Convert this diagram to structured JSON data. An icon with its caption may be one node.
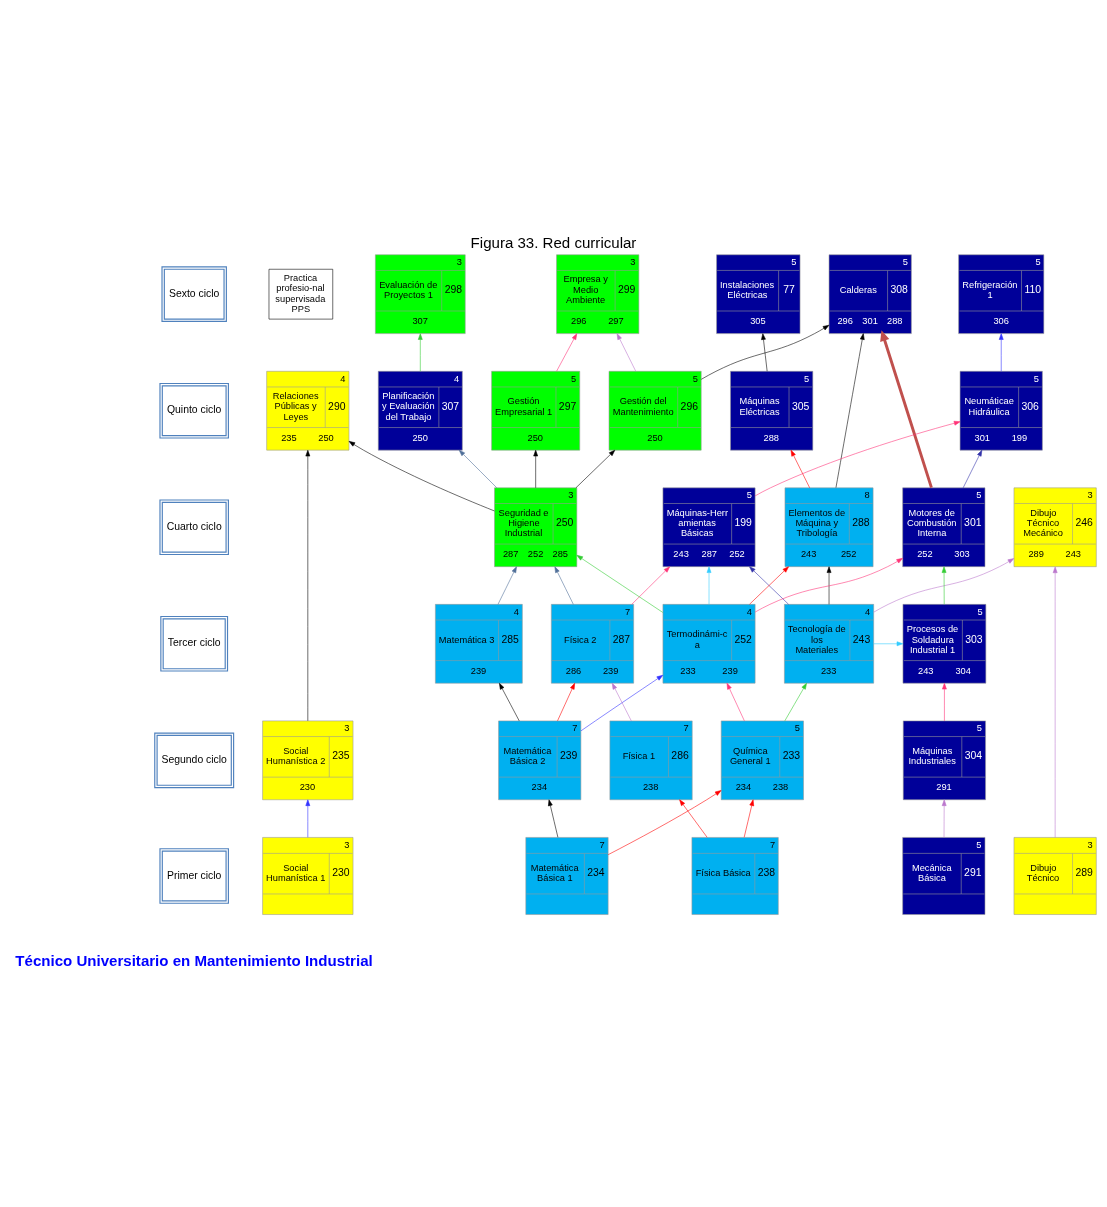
{
  "diagram": {
    "title": "Figura 33. Red curricular",
    "nodes": [
      {
        "text": [
          "Sexto ciclo"
        ]
      },
      {
        "text": [
          "Quinto ciclo"
        ]
      },
      {
        "text": [
          "Cuarto ciclo"
        ]
      },
      {
        "text": [
          "Tercer ciclo"
        ]
      },
      {
        "text": [
          "Segundo ciclo"
        ]
      },
      {
        "text": [
          "Primer ciclo"
        ]
      },
      {
        "text": [
          "5",
          "Instalaciones Eléctricas",
          "77",
          "305"
        ]
      },
      {
        "text": [
          "5",
          "Refrigeración 1",
          "110",
          "306"
        ]
      },
      {
        "text": [
          "3",
          "Evaluación de Proyectos 1",
          "298",
          "307"
        ]
      },
      {
        "text": [
          "3",
          "Empresa y Medio Ambiente",
          "299",
          "296",
          "297"
        ]
      },
      {
        "text": [
          "5",
          "Calderas",
          "308",
          "296",
          "301",
          "288"
        ]
      },
      {
        "text": [
          "Practica profesio-nal supervisada PPS"
        ]
      },
      {
        "text": [
          "4",
          "Relaciones Públicas y Leyes",
          "290",
          "235",
          "250"
        ]
      },
      {
        "text": [
          "5",
          "Máquinas Eléctricas",
          "305",
          "288"
        ]
      },
      {
        "text": [
          "5",
          "Neumáticae Hidráulica",
          "306",
          "301",
          "199"
        ]
      },
      {
        "text": [
          "4",
          "Planificación y Evaluación del Trabajo",
          "307",
          "250"
        ]
      },
      {
        "text": [
          "5",
          "Gestión del Mantenimiento",
          "296",
          "250"
        ]
      },
      {
        "text": [
          "5",
          "Gestión Empresarial 1",
          "297",
          "250"
        ]
      },
      {
        "text": [
          "8",
          "Elementos de Máquina y Tribología",
          "288",
          "243",
          "252"
        ]
      },
      {
        "text": [
          "3",
          "Dibujo Técnico Mecánico",
          "246",
          "289",
          "243"
        ]
      },
      {
        "text": [
          "5",
          "Motores de Combustión Interna",
          "301",
          "252",
          "303"
        ]
      },
      {
        "text": [
          "5",
          "Máquinas-Herramientas Básicas",
          "199",
          "243",
          "287",
          "252"
        ]
      },
      {
        "text": [
          "3",
          "Seguridad e Higiene Industrial",
          "250",
          "287",
          "252",
          "285"
        ]
      },
      {
        "text": [
          "4",
          "Matemática 3",
          "285",
          "239"
        ]
      },
      {
        "text": [
          "4",
          "Tecnología de los Materiales",
          "243",
          "233"
        ]
      },
      {
        "text": [
          "7",
          "Física 2",
          "287",
          "286",
          "239"
        ]
      },
      {
        "text": [
          "4",
          "Termodinámi-ca",
          "252",
          "233",
          "239"
        ]
      },
      {
        "text": [
          "5",
          "Procesos de Soldadura Industrial 1",
          "303",
          "243",
          "304"
        ]
      },
      {
        "text": [
          "7",
          "Matemática Básica 2",
          "239",
          "234"
        ]
      },
      {
        "text": [
          "5",
          "Química General 1",
          "233",
          "234",
          "238"
        ]
      },
      {
        "text": [
          "7",
          "Física 1",
          "286",
          "238"
        ]
      },
      {
        "text": [
          "3",
          "Social Humanística 2",
          "235",
          "230"
        ]
      },
      {
        "text": [
          "5",
          "Máquinas Industriales",
          "304",
          "291"
        ]
      },
      {
        "text": [
          "7",
          "Matemática Básica 1",
          "234"
        ]
      },
      {
        "text": [
          "7",
          "Física Básica",
          "238"
        ]
      },
      {
        "text": [
          "3",
          "Social Humanística 1",
          "230"
        ]
      },
      {
        "text": [
          "3",
          "Dibujo Técnico",
          "289"
        ]
      },
      {
        "text": [
          "5",
          "Mecánica Básica",
          "291"
        ]
      }
    ],
    "edges": [
      {
        "from": 33,
        "to": 28,
        "arrow": "to"
      },
      {
        "from": 33,
        "to": 29,
        "arrow": "to",
        "color": "#ff0000"
      },
      {
        "from": 34,
        "to": 29,
        "arrow": "to",
        "color": "#ff0000"
      },
      {
        "from": 34,
        "to": 30,
        "arrow": "to",
        "color": "#ff0000"
      },
      {
        "from": 35,
        "to": 31,
        "arrow": "to",
        "color": "#3333ff"
      },
      {
        "from": 36,
        "to": 19,
        "arrow": "to",
        "color": "#bb77cc"
      },
      {
        "from": 37,
        "to": 32,
        "arrow": "to",
        "color": "#bb77cc"
      },
      {
        "from": 28,
        "to": 23,
        "arrow": "to"
      },
      {
        "from": 28,
        "to": 25,
        "arrow": "to",
        "color": "#ff0000"
      },
      {
        "from": 28,
        "to": 26,
        "arrow": "to",
        "color": "#3333ff"
      },
      {
        "from": 29,
        "to": 24,
        "arrow": "to",
        "color": "#33cc33"
      },
      {
        "from": 29,
        "to": 26,
        "arrow": "to",
        "color": "#ff3377"
      },
      {
        "from": 30,
        "to": 25,
        "arrow": "to",
        "color": "#bb77cc"
      },
      {
        "from": 31,
        "to": 12,
        "arrow": "to"
      },
      {
        "from": 32,
        "to": 27,
        "arrow": "to",
        "color": "#ff3377"
      },
      {
        "from": 23,
        "to": 22,
        "arrow": "to",
        "color": "#4f6f99"
      },
      {
        "from": 24,
        "to": 18,
        "arrow": "to"
      },
      {
        "from": 24,
        "to": 19,
        "arrow": "to",
        "color": "#bb77cc"
      },
      {
        "from": 24,
        "to": 21,
        "arrow": "to",
        "color": "#3333aa"
      },
      {
        "from": 24,
        "to": 27,
        "arrow": "to",
        "color": "#33ccff"
      },
      {
        "from": 25,
        "to": 21,
        "arrow": "to",
        "color": "#ff3377"
      },
      {
        "from": 25,
        "to": 22,
        "arrow": "to",
        "color": "#4f6f99"
      },
      {
        "from": 26,
        "to": 18,
        "arrow": "to",
        "color": "#ff0000"
      },
      {
        "from": 26,
        "to": 20,
        "arrow": "to",
        "color": "#ff3377"
      },
      {
        "from": 26,
        "to": 21,
        "arrow": "to",
        "color": "#33ccff"
      },
      {
        "from": 26,
        "to": 22,
        "arrow": "to",
        "color": "#33cc33"
      },
      {
        "from": 27,
        "to": 20,
        "arrow": "to",
        "color": "#33cc33"
      },
      {
        "from": 18,
        "to": 13,
        "arrow": "to",
        "color": "#ff0000"
      },
      {
        "from": 18,
        "to": 10,
        "arrow": "to"
      },
      {
        "from": 20,
        "to": 14,
        "arrow": "to",
        "color": "#3333aa"
      },
      {
        "from": 20,
        "to": 10,
        "arrow": "to",
        "style": "thick",
        "color": "#c0504d"
      },
      {
        "from": 21,
        "to": 14,
        "arrow": "to",
        "color": "#ff3377"
      },
      {
        "from": 22,
        "to": 12,
        "arrow": "to"
      },
      {
        "from": 22,
        "to": 15,
        "arrow": "to",
        "color": "#4f6f99"
      },
      {
        "from": 22,
        "to": 16,
        "arrow": "to"
      },
      {
        "from": 22,
        "to": 17,
        "arrow": "to"
      },
      {
        "from": 13,
        "to": 6,
        "arrow": "to"
      },
      {
        "from": 14,
        "to": 7,
        "arrow": "to",
        "color": "#3333ff"
      },
      {
        "from": 15,
        "to": 8,
        "arrow": "to",
        "color": "#33cc33"
      },
      {
        "from": 16,
        "to": 9,
        "arrow": "to",
        "color": "#bb77cc"
      },
      {
        "from": 17,
        "to": 9,
        "arrow": "to",
        "color": "#ff3377"
      },
      {
        "from": 16,
        "to": 10,
        "arrow": "to"
      }
    ],
    "labels": [
      "Técnico Universitario en Mantenimiento Industrial"
    ]
  }
}
